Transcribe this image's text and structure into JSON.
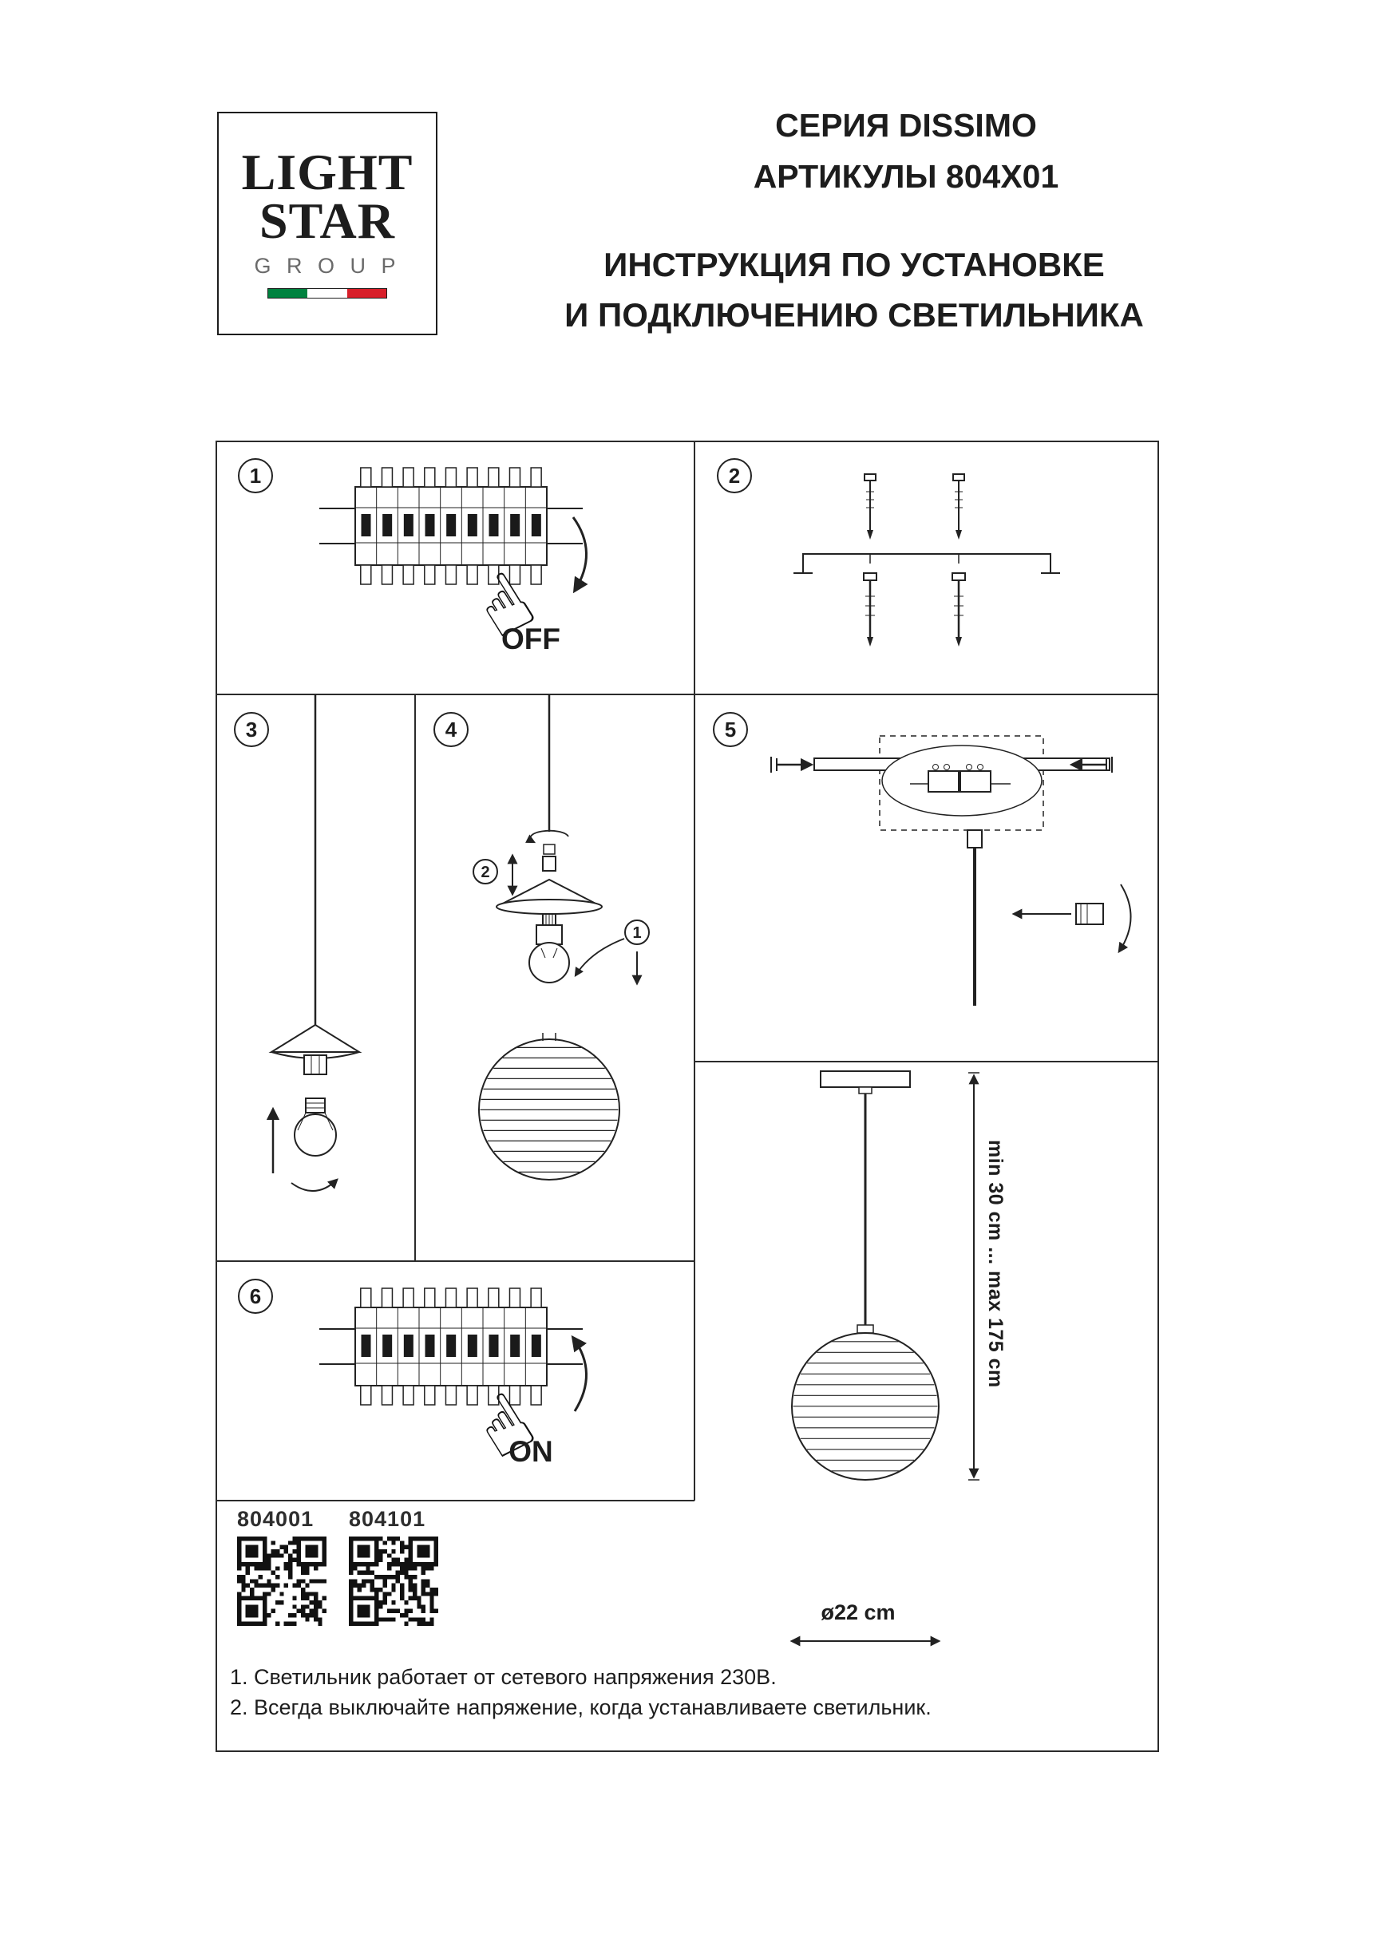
{
  "logo": {
    "line1": "LIGHT",
    "line2": "STAR",
    "line3": "G R O U P"
  },
  "header": {
    "series": "СЕРИЯ DISSIMO",
    "articles": "АРТИКУЛЫ 804X01",
    "instruction_line1": "ИНСТРУКЦИЯ ПО УСТАНОВКЕ",
    "instruction_line2": "И ПОДКЛЮЧЕНИЮ СВЕТИЛЬНИКА"
  },
  "steps": {
    "s1": {
      "number": "1",
      "label": "OFF"
    },
    "s2": {
      "number": "2"
    },
    "s3": {
      "number": "3"
    },
    "s4": {
      "number": "4",
      "callout1": "1",
      "callout2": "2"
    },
    "s5": {
      "number": "5"
    },
    "s6": {
      "number": "6",
      "label": "ON"
    }
  },
  "products": {
    "code1": "804001",
    "code2": "804101"
  },
  "dimensions": {
    "height_range": "min 30 cm ... max 175 cm",
    "diameter": "ø22 cm"
  },
  "footnotes": [
    "1. Светильник работает от сетевого напряжения 230В.",
    "2. Всегда выключайте напряжение, когда устанавливаете светильник."
  ],
  "colors": {
    "ink": "#1d1d1d",
    "flag_green": "#00823f",
    "flag_red": "#d81f2a"
  }
}
